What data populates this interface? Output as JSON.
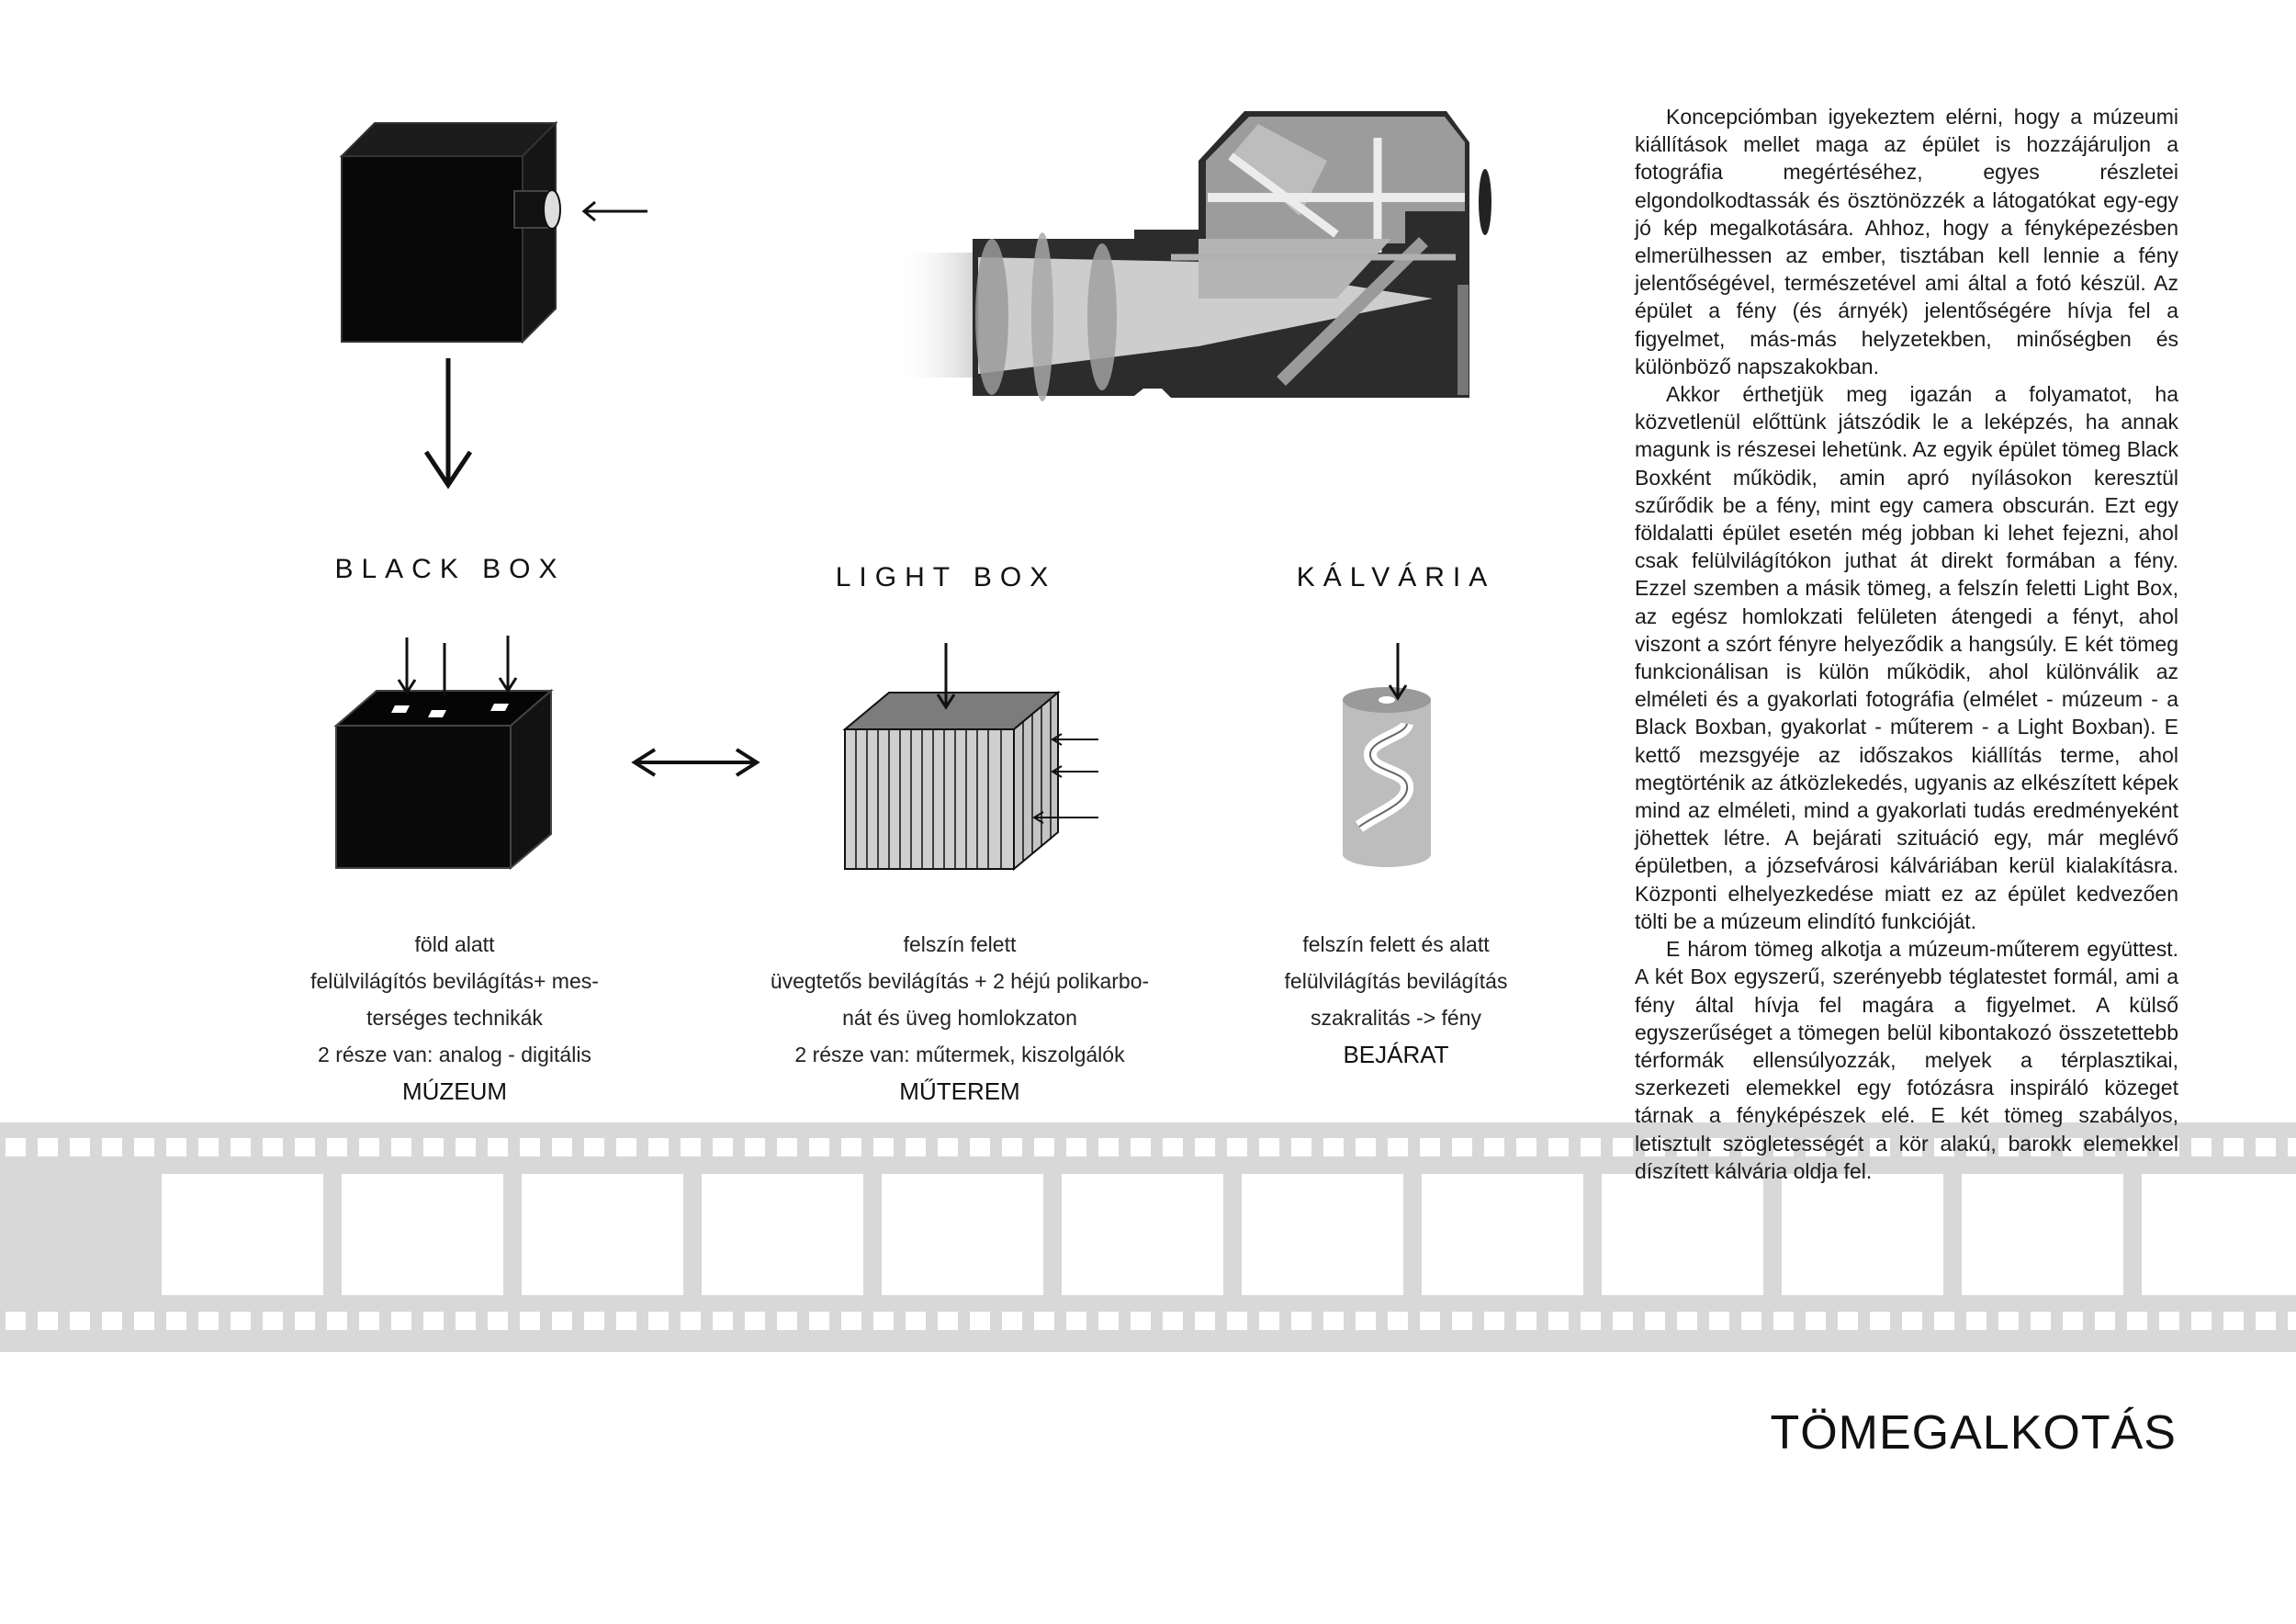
{
  "page": {
    "title": "TÖMEGALKOTÁS"
  },
  "diagram": {
    "boxes": [
      {
        "id": "black-box",
        "heading": "BLACK BOX",
        "lines": [
          "föld alatt",
          "felülvilágítós bevilágítás+ mes-",
          "terséges technikák",
          "2 része van: analog - digitális"
        ],
        "function": "MÚZEUM"
      },
      {
        "id": "light-box",
        "heading": "LIGHT BOX",
        "lines": [
          "felszín felett",
          "üvegtetős bevilágítás + 2 héjú polikarbo-",
          "nát és üveg homlokzaton",
          "2 része van: műtermek, kiszolgálók"
        ],
        "function": "MŰTEREM"
      },
      {
        "id": "kalvaria",
        "heading": "KÁLVÁRIA",
        "lines": [
          "felszín felett és alatt",
          "felülvilágítás bevilágítás",
          "szakralitás -> fény"
        ],
        "function": "BEJÁRAT"
      }
    ],
    "colors": {
      "ink": "#111111",
      "film": "#d8d8d8",
      "prism": "#9a9a9a",
      "light": "#cfcfcf"
    }
  },
  "text": {
    "paragraphs": [
      "Koncepciómban igyekeztem elérni, hogy a múzeumi kiállítások mellet maga az épület is hozzájáruljon a fotográfia megértéséhez, egyes részletei elgondolkodtassák és ösztönözzék a látogatókat egy-egy jó kép megalkotására. Ahhoz, hogy a fényképezésben elmerülhessen az ember, tisztában kell lennie a fény jelentőségével, természetével ami által a fotó készül. Az épület a fény (és árnyék) jelentőségére hívja fel a figyelmet, más-más helyzetekben, minőségben és különböző napszakokban.",
      "Akkor érthetjük meg igazán a folyamatot, ha közvetlenül előttünk játszódik le a leképzés, ha annak magunk is részesei lehetünk. Az egyik épület tömeg Black Boxként működik, amin apró nyílásokon keresztül szűrődik be a fény, mint egy camera obscurán. Ezt egy földalatti épület esetén még jobban ki lehet fejezni, ahol csak felülvilágítókon juthat át direkt formában a fény. Ezzel szemben a másik tömeg, a felszín feletti Light Box, az egész homlokzati felületen átengedi a fényt, ahol viszont a szórt fényre helyeződik a hangsúly. E két tömeg funkcionálisan is külön működik, ahol különválik az elméleti és a gyakorlati fotográfia (elmélet - múzeum - a Black Boxban, gyakorlat - műterem - a Light Boxban). E kettő mezsgyéje az időszakos kiállítás terme, ahol megtörténik az átközlekedés, ugyanis az elkészített képek mind az elméleti, mind a gyakorlati tudás eredményeként jöhettek létre. A bejárati szituáció egy, már meglévő épületben, a józsefvárosi kálváriában kerül kialakításra. Központi elhelyezkedése miatt ez az épület kedvezően tölti be a múzeum elindító funkcióját.",
      "E három tömeg alkotja a múzeum-műterem együttest. A két Box egyszerű, szerényebb téglatestet formál, ami a fény által hívja fel magára a figyelmet. A külső egyszerűséget a tömegen belül kibontakozó összetettebb térformák ellensúlyozzák, melyek a térplasztikai, szerkezeti elemekkel egy fotózásra inspiráló közeget tárnak a fényképészek elé. E két tömeg szabályos, letisztult szögletességét a kör alakú, barokk elemekkel díszített kálvária oldja fel."
    ]
  }
}
